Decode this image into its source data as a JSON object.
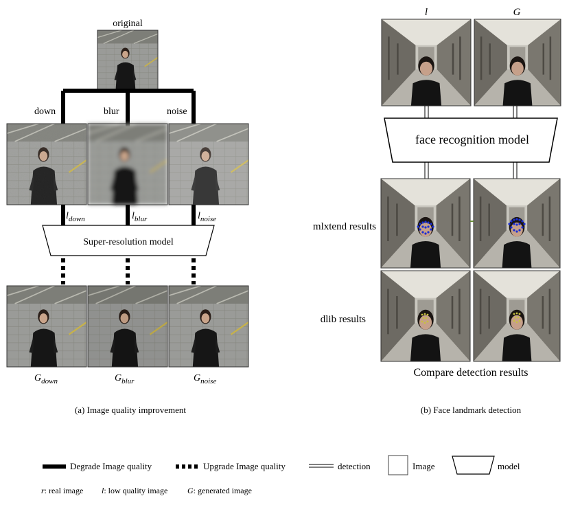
{
  "panel_a": {
    "original_label": "original",
    "branch_labels": {
      "down": "down",
      "blur": "blur",
      "noise": "noise"
    },
    "low_labels": [
      {
        "base": "l",
        "sub": "down"
      },
      {
        "base": "l",
        "sub": "blur"
      },
      {
        "base": "l",
        "sub": "noise"
      }
    ],
    "model_label": "Super-resolution model",
    "gen_labels": [
      {
        "base": "G",
        "sub": "down"
      },
      {
        "base": "G",
        "sub": "blur"
      },
      {
        "base": "G",
        "sub": "noise"
      }
    ],
    "caption": "(a) Image quality improvement"
  },
  "panel_b": {
    "col_labels": {
      "low": "l",
      "gen": "G"
    },
    "model_label": "face recognition model",
    "row_labels": {
      "mlxtend": "mlxtend results",
      "dlib": "dlib results"
    },
    "compare_label": "Compare detection results",
    "caption": "(b) Face landmark detection"
  },
  "legend": {
    "degrade": "Degrade Image quality",
    "upgrade": "Upgrade Image quality",
    "detection": "detection",
    "image": "Image",
    "model": "model",
    "notes": [
      {
        "sym": "r",
        "text": ": real image"
      },
      {
        "sym": "l",
        "text": ": low quality image"
      },
      {
        "sym": "G",
        "text": ": generated image"
      }
    ]
  },
  "colors": {
    "mlxtend_landmarks": "#1a2fd6",
    "dlib_landmarks": "#c8c040",
    "line": "#000000"
  }
}
